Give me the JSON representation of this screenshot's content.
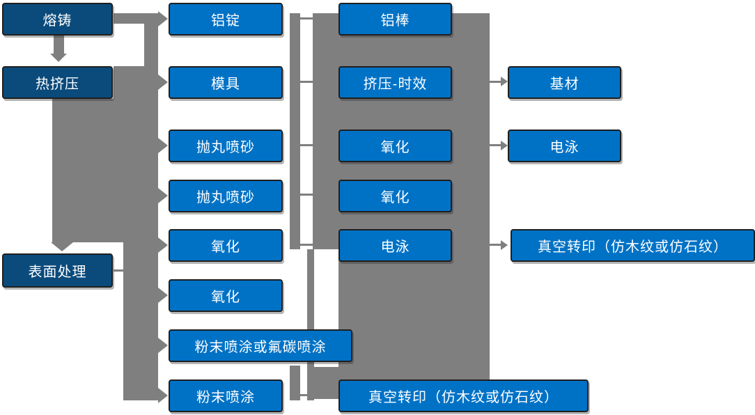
{
  "diagram_title": "",
  "nodes": {
    "melting": {
      "label": "熔铸"
    },
    "hot_extrusion": {
      "label": "热挤压"
    },
    "surface_treatment": {
      "label": "表面处理"
    },
    "aluminum_ingot": {
      "label": "铝锭"
    },
    "mold": {
      "label": "模具"
    },
    "shot_blasting_1": {
      "label": "抛丸喷砂"
    },
    "shot_blasting_2": {
      "label": "抛丸喷砂"
    },
    "oxidation_1": {
      "label": "氧化"
    },
    "oxidation_2": {
      "label": "氧化"
    },
    "powder_or_fluorocarbon_coating": {
      "label": "粉末喷涂或氟碳喷涂"
    },
    "powder_coating": {
      "label": "粉末喷涂"
    },
    "aluminum_rod": {
      "label": "铝棒"
    },
    "extrusion_aging": {
      "label": "挤压-时效"
    },
    "oxidation_3": {
      "label": "氧化"
    },
    "oxidation_4": {
      "label": "氧化"
    },
    "electrophoresis_1": {
      "label": "电泳"
    },
    "vacuum_transfer_bottom": {
      "label": "真空转印（仿木纹或仿石纹）"
    },
    "base_material": {
      "label": "基材"
    },
    "electrophoresis_2": {
      "label": "电泳"
    },
    "vacuum_transfer_right": {
      "label": "真空转印（仿木纹或仿石纹）"
    }
  },
  "colors": {
    "dark_blue": "#0B4B7C",
    "blue": "#0072C6",
    "gray": "#7F7F7F",
    "text": "#FFFFFF",
    "node_border": "#1F1F1F",
    "background": "#FFFFFF"
  }
}
